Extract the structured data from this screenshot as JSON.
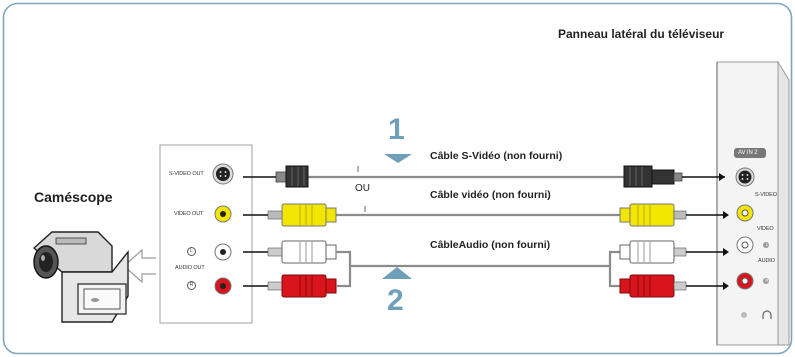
{
  "title_tv_panel": "Panneau latéral du téléviseur",
  "camcorder_label": "Caméscope",
  "cables": {
    "svideo": "Câble S-Vidéo (non fourni)",
    "or": "OU",
    "video": "Câble vidéo (non fourni)",
    "audio": "CâbleAudio (non fourni)"
  },
  "steps": {
    "one": "1",
    "two": "2"
  },
  "camcorder_panel": {
    "svideo_out": "S-VIDEO OUT",
    "video_out": "VIDEO OUT",
    "audio_out": "AUDIO OUT",
    "left_mark": "L",
    "right_mark": "R"
  },
  "tv_panel": {
    "av_in": "AV IN 2",
    "svideo": "S-VIDEO",
    "video": "VIDEO",
    "audio": "AUDIO",
    "left_mark": "L",
    "right_mark": "R"
  },
  "colors": {
    "frame": "#7fa6bd",
    "accent": "#6f9fb9",
    "yellow": "#f2e600",
    "red": "#d9141c",
    "white_plug": "#ffffff",
    "cable_line": "#8c8c8c"
  },
  "icons": [
    "camcorder-icon",
    "headphone-icon",
    "arrow-down-icon",
    "arrow-up-icon",
    "arrow-left-icon"
  ]
}
